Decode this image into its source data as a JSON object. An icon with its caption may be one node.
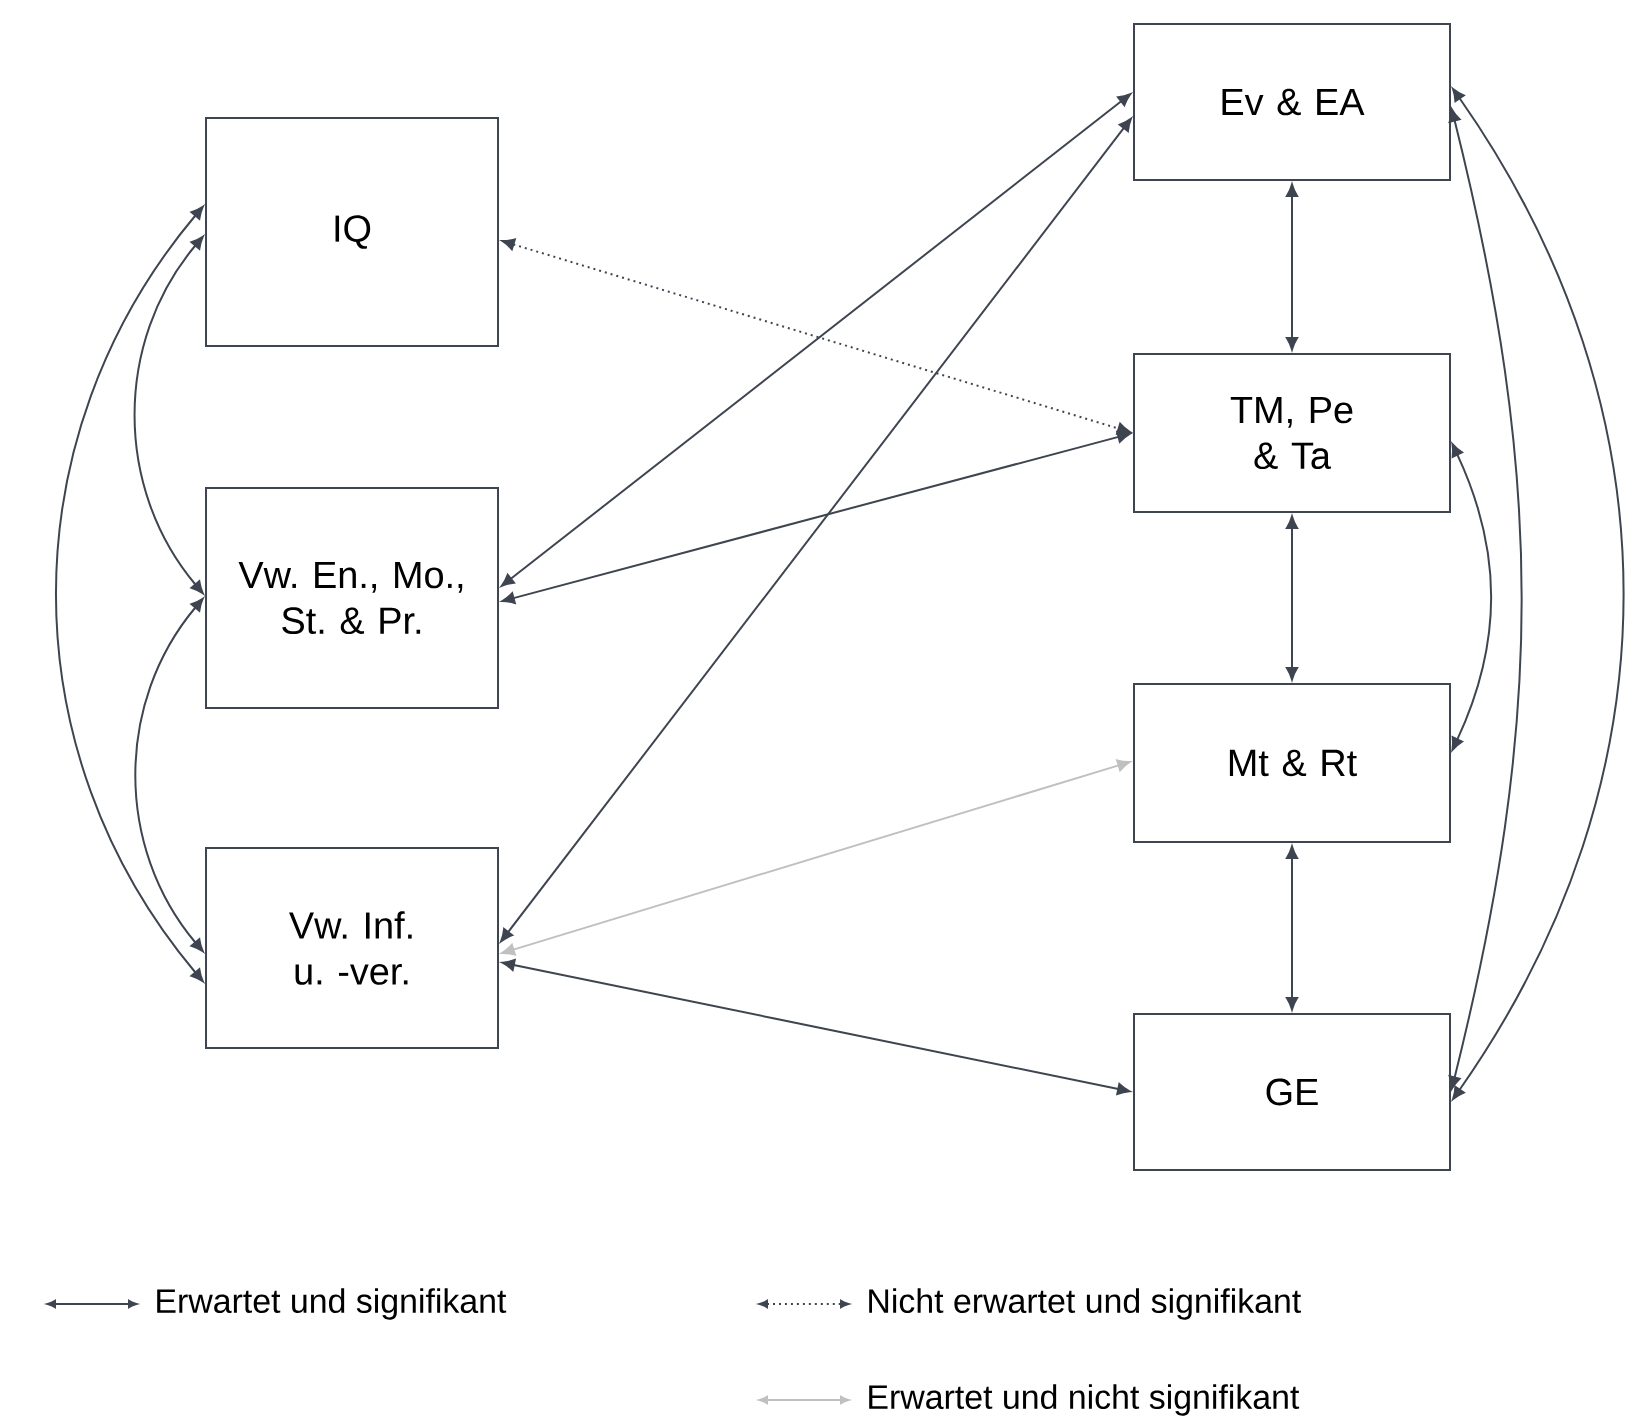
{
  "diagram": {
    "nodes": [
      {
        "text": [
          "IQ"
        ]
      },
      {
        "text": [
          "Vw. En., Mo., St. & Pr."
        ]
      },
      {
        "text": [
          "Vw. Inf. u. -ver."
        ]
      },
      {
        "text": [
          "Ev & EA"
        ]
      },
      {
        "text": [
          "TM, Pe & Ta"
        ]
      },
      {
        "text": [
          "Mt & Rt"
        ]
      },
      {
        "text": [
          "GE"
        ]
      }
    ],
    "edges": [
      {
        "from": 0,
        "to": 1,
        "arrow": "both"
      },
      {
        "from": 0,
        "to": 2,
        "arrow": "both"
      },
      {
        "from": 1,
        "to": 2,
        "arrow": "both"
      },
      {
        "from": 0,
        "to": 4,
        "arrow": "both",
        "style": "dashed"
      },
      {
        "from": 1,
        "to": 3,
        "arrow": "both"
      },
      {
        "from": 1,
        "to": 4,
        "arrow": "both"
      },
      {
        "from": 2,
        "to": 3,
        "arrow": "both"
      },
      {
        "from": 2,
        "to": 5,
        "arrow": "both",
        "color": "#c0c0c0"
      },
      {
        "from": 2,
        "to": 6,
        "arrow": "both"
      },
      {
        "from": 3,
        "to": 4,
        "arrow": "both"
      },
      {
        "from": 4,
        "to": 5,
        "arrow": "both"
      },
      {
        "from": 5,
        "to": 6,
        "arrow": "both"
      },
      {
        "from": 3,
        "to": 6,
        "arrow": "both"
      },
      {
        "from": 3,
        "to": 6,
        "arrow": "both"
      },
      {
        "from": 4,
        "to": 5,
        "arrow": "both"
      }
    ],
    "legend": [
      {
        "text": "Erwartet und signifikant"
      },
      {
        "text": "Nicht erwartet und signifikant"
      },
      {
        "text": "Erwartet und nicht signifikant"
      }
    ]
  }
}
